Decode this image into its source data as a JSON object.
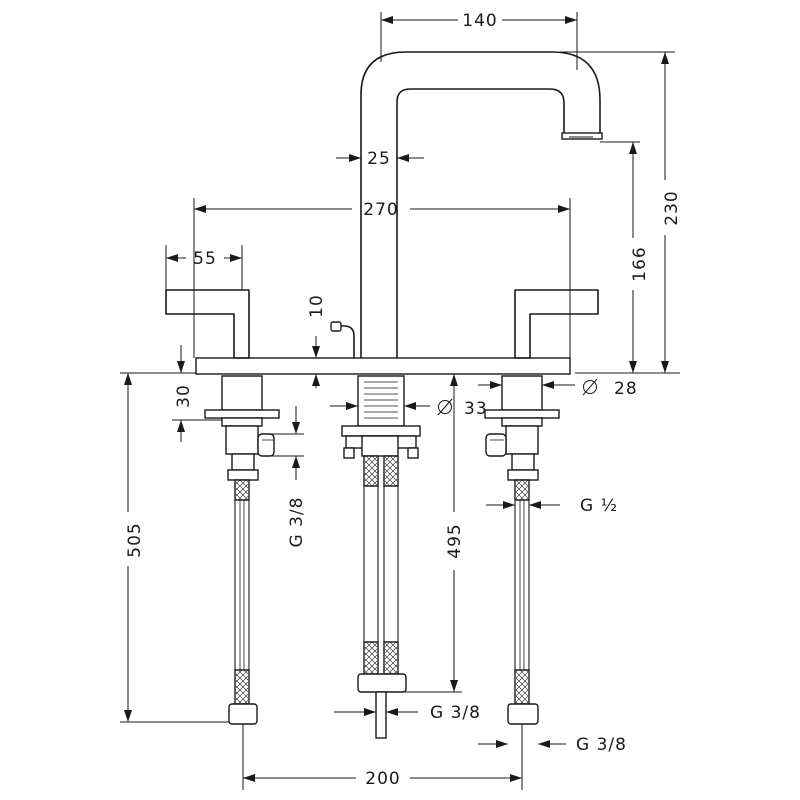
{
  "dimensions": {
    "spout_reach": "140",
    "total_height": "230",
    "spout_height": "166",
    "spout_diameter": "25",
    "spread": "270",
    "handle_length": "55",
    "pop_up_height": "10",
    "deck_thickness": "30",
    "shank_diameter": "28",
    "spout_shank_diameter": "33",
    "hose_length_left": "505",
    "hose_length_center": "495",
    "thread_left": "G 3/8",
    "thread_right_valve": "G ½",
    "thread_center": "G 3/8",
    "thread_right": "G 3/8",
    "hose_spacing": "200"
  }
}
